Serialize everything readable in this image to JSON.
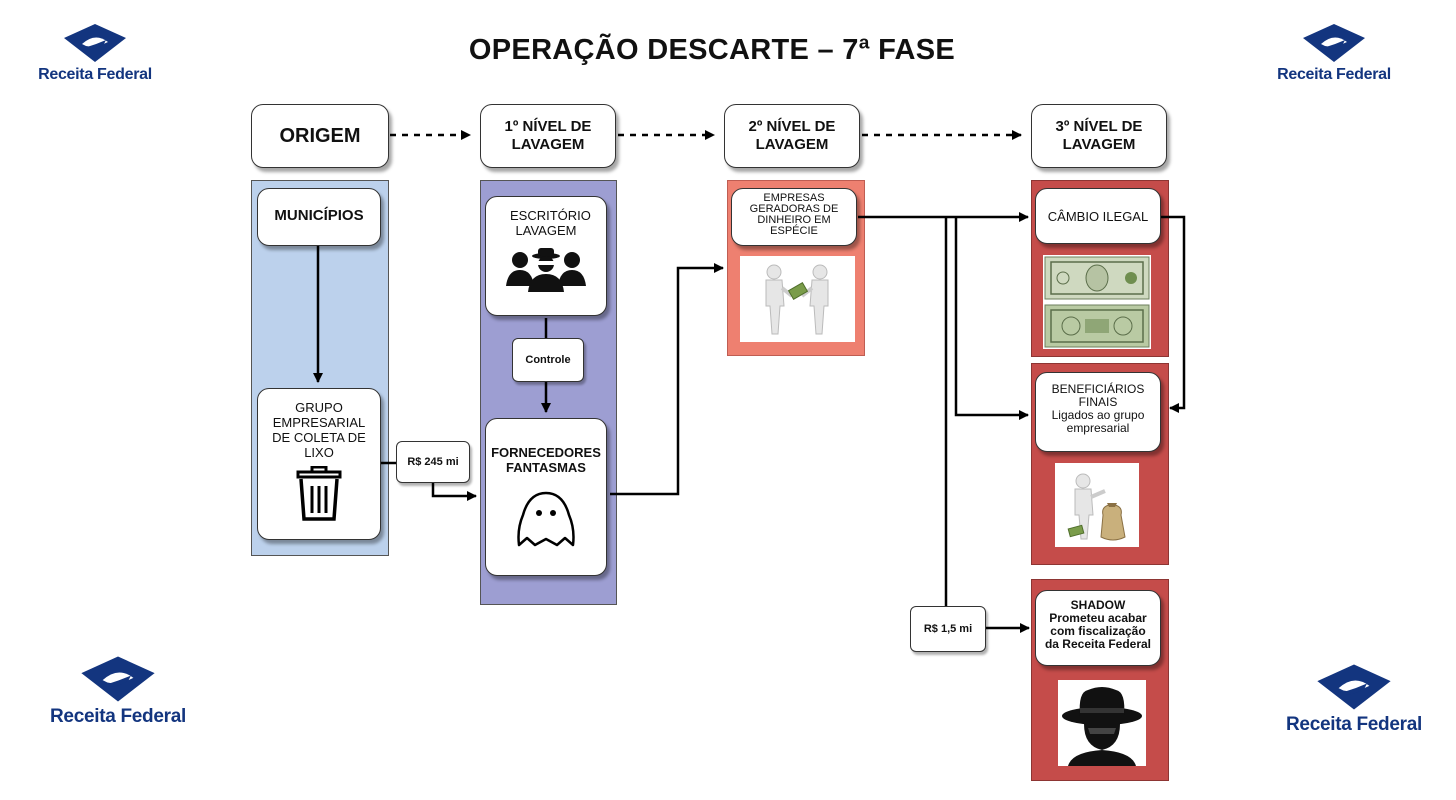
{
  "title": "OPERAÇÃO DESCARTE – 7ª FASE",
  "logo": {
    "text": "Receita Federal"
  },
  "columns": [
    {
      "header": "ORIGEM"
    },
    {
      "header": "1º NÍVEL DE LAVAGEM"
    },
    {
      "header": "2º NÍVEL DE LAVAGEM"
    },
    {
      "header": "3º NÍVEL DE LAVAGEM"
    }
  ],
  "nodes": {
    "municipios": "MUNICÍPIOS",
    "grupo": "GRUPO EMPRESARIAL DE COLETA DE LIXO",
    "escritorio": "ESCRITÓRIO LAVAGEM",
    "controle": "Controle",
    "fornecedores": "FORNECEDORES FANTASMAS",
    "empresas": "EMPRESAS GERADORAS DE DINHEIRO EM ESPÉCIE",
    "cambio": "CÂMBIO ILEGAL",
    "beneficiarios_title": "BENEFICIÁRIOS FINAIS",
    "beneficiarios_sub": "Ligados ao grupo empresarial",
    "shadow_title": "SHADOW",
    "shadow_sub": "Prometeu acabar com fiscalização da Receita Federal"
  },
  "amounts": {
    "first": "R$ 245 mi",
    "second": "R$ 1,5 mi"
  },
  "colors": {
    "origem_lane": "#bcd1ec",
    "nivel1_lane": "#9d9ed2",
    "nivel2_lane": "#ee8070",
    "nivel3_lane": "#c54c4a",
    "brand": "#13357f"
  }
}
